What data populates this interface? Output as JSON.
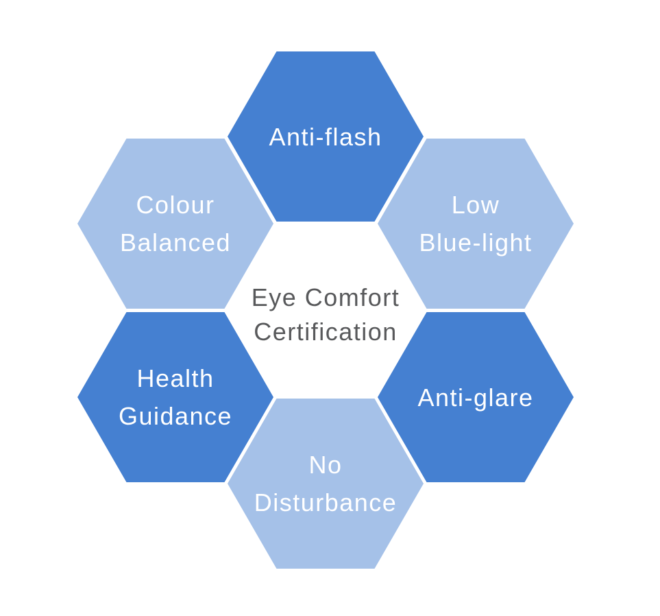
{
  "background_color": "#ffffff",
  "colors": {
    "dark_blue": "#4580D1",
    "light_blue": "#A5C1E8",
    "label_text": "#FFFFFF",
    "center_text": "#58595B"
  },
  "center": {
    "lines": [
      "Eye Comfort",
      "Certification"
    ],
    "text_color": "#58595B"
  },
  "hexagons": [
    {
      "id": "anti-flash",
      "position": "top",
      "tone": "dark",
      "fill": "#4580D1",
      "lines": [
        "Anti-flash"
      ]
    },
    {
      "id": "low-blue-light",
      "position": "top-right",
      "tone": "light",
      "fill": "#A5C1E8",
      "lines": [
        "Low",
        "Blue-light"
      ]
    },
    {
      "id": "anti-glare",
      "position": "bottom-right",
      "tone": "dark",
      "fill": "#4580D1",
      "lines": [
        "Anti-glare"
      ]
    },
    {
      "id": "no-disturbance",
      "position": "bottom",
      "tone": "light",
      "fill": "#A5C1E8",
      "lines": [
        "No",
        "Disturbance"
      ]
    },
    {
      "id": "health-guidance",
      "position": "bottom-left",
      "tone": "dark",
      "fill": "#4580D1",
      "lines": [
        "Health",
        "Guidance"
      ]
    },
    {
      "id": "colour-balanced",
      "position": "top-left",
      "tone": "light",
      "fill": "#A5C1E8",
      "lines": [
        "Colour",
        "Balanced"
      ]
    }
  ]
}
